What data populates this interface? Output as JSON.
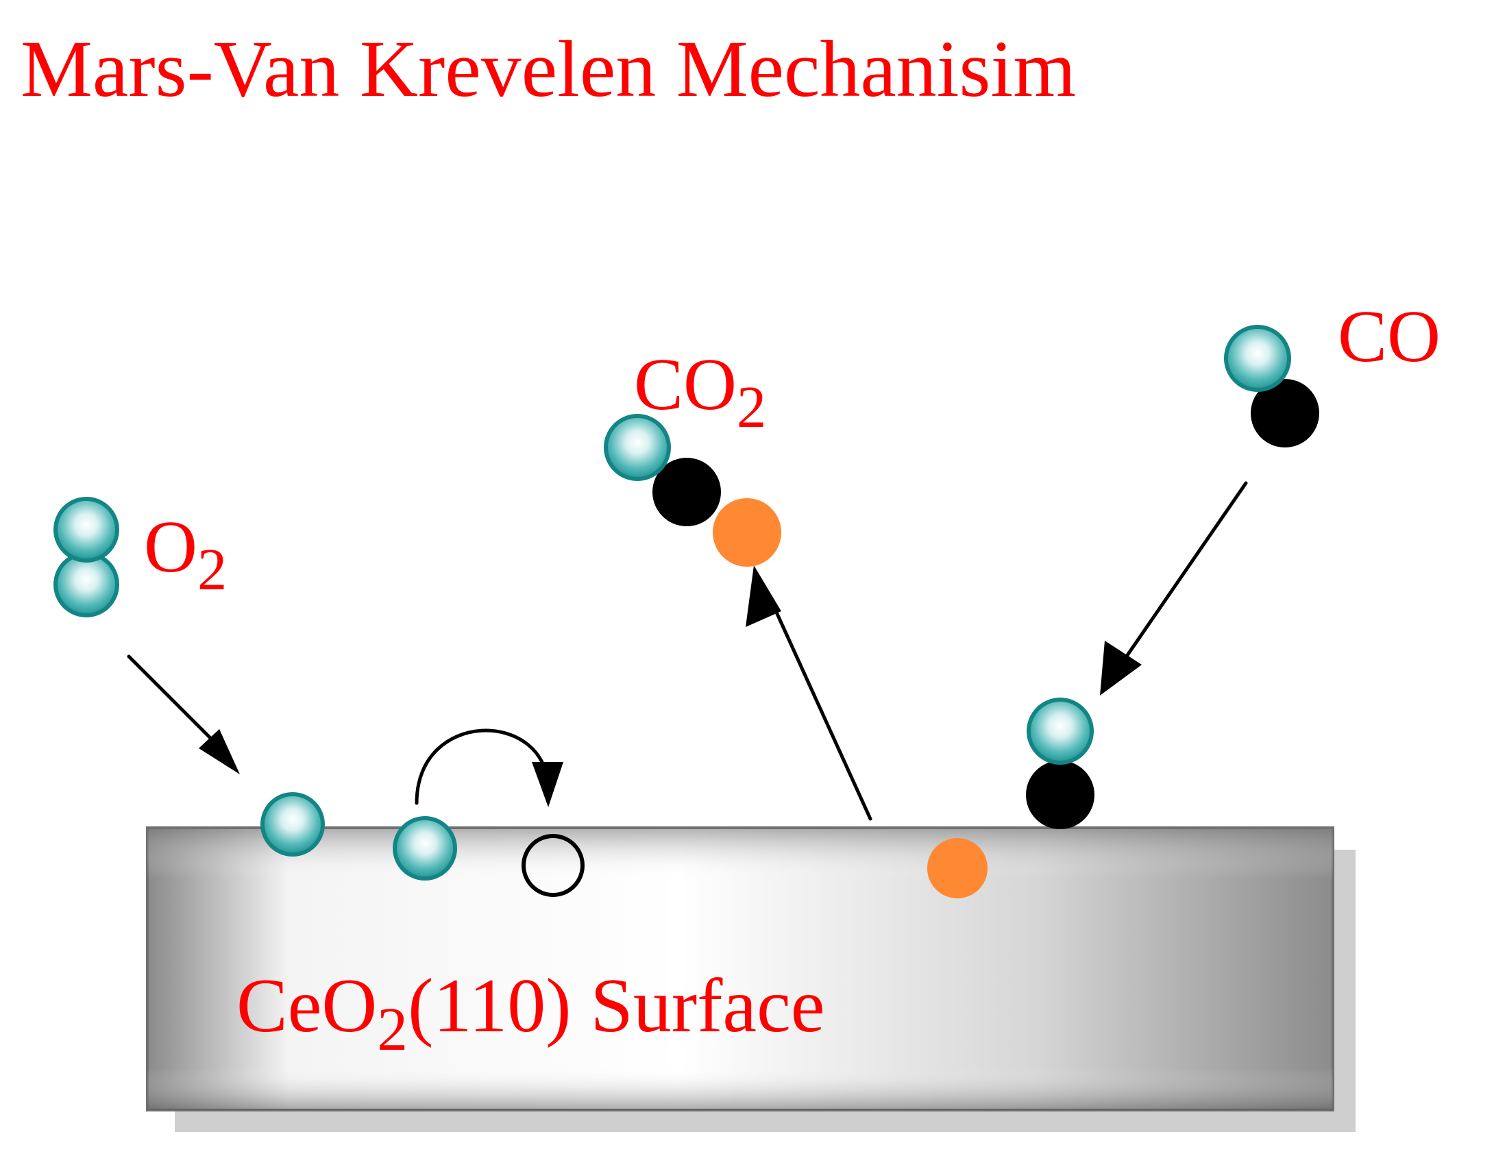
{
  "title": "Mars-Van Krevelen Mechanisim",
  "labels": {
    "o2": {
      "main": "O",
      "sub": "2"
    },
    "co2": {
      "main": "CO",
      "sub": "2"
    },
    "co": {
      "main": "CO"
    },
    "surface": {
      "pre": "CeO",
      "sub": "2",
      "post": "(110) Surface"
    }
  },
  "colors": {
    "text": "#ff0000",
    "oxygen_atom": "#1a9a9a",
    "carbon_atom": "#000000",
    "lattice_oxygen": "#ff8833",
    "vacancy": "#000000",
    "surface_slab": "#bdbdbd",
    "arrow": "#000000"
  }
}
